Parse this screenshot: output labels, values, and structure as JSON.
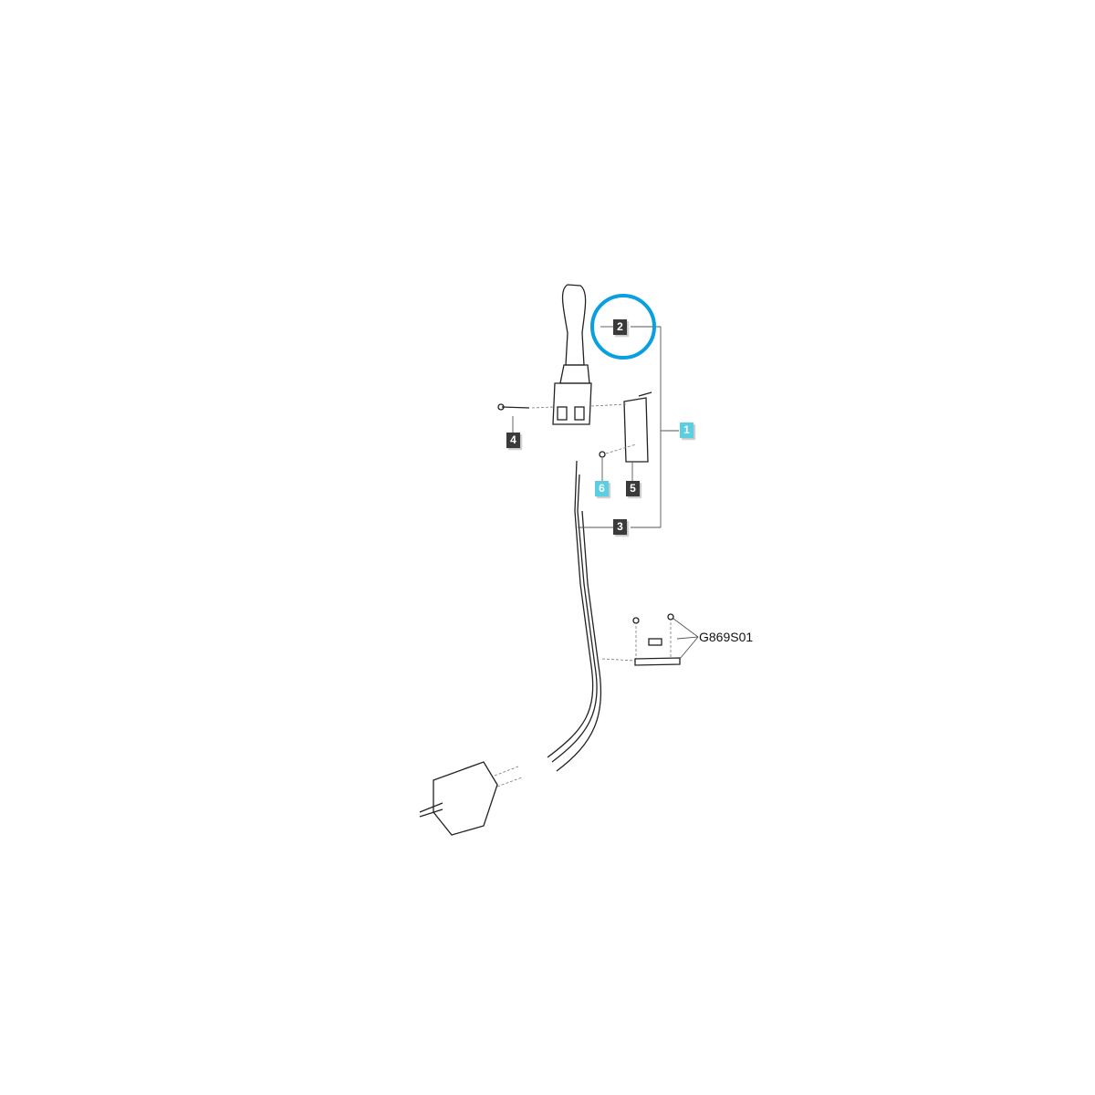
{
  "callouts": [
    {
      "label": "1",
      "style": "highlighted",
      "color": "#5bcfe2"
    },
    {
      "label": "2",
      "style": "dark",
      "color": "#3a3a3a"
    },
    {
      "label": "3",
      "style": "dark",
      "color": "#3a3a3a"
    },
    {
      "label": "4",
      "style": "dark",
      "color": "#3a3a3a"
    },
    {
      "label": "5",
      "style": "dark",
      "color": "#3a3a3a"
    },
    {
      "label": "6",
      "style": "highlighted",
      "color": "#5bcfe2"
    }
  ],
  "reference_label": "G869S01",
  "selection_circle": {
    "target": "2",
    "color": "#0aa0e0"
  }
}
